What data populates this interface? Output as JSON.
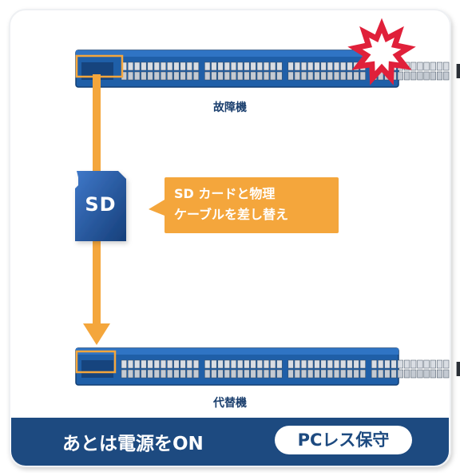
{
  "diagram": {
    "faulty_label": "故障機",
    "replacement_label": "代替機",
    "sd_card_label": "SD",
    "callout_lines": [
      "SD カードと物理",
      "ケーブルを差し替え"
    ],
    "footer_text": "あとは電源をON",
    "footer_badge": "PCレス保守"
  },
  "colors": {
    "switch_blue": "#1f5fa8",
    "accent_orange": "#f4a63c",
    "footer_navy": "#1d4a80",
    "alert_red": "#e0203a",
    "label_navy": "#1b3f6e"
  },
  "icons": {
    "faulty_marker": "explosion-burst-icon",
    "sd_card": "sd-card-icon"
  }
}
